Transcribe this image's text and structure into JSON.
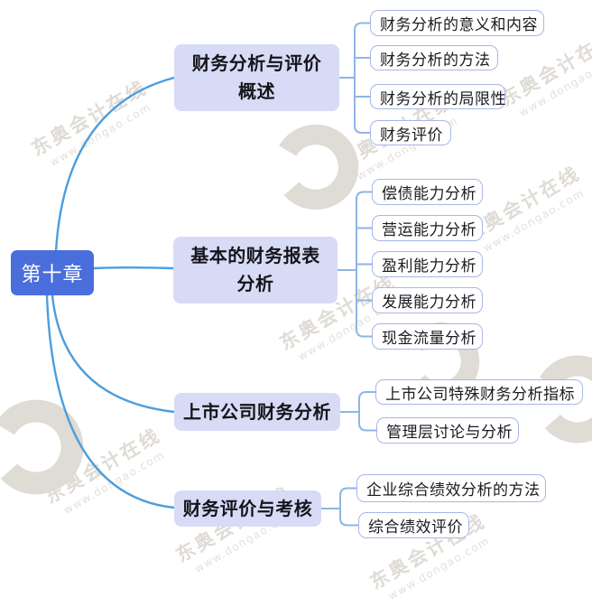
{
  "mindmap": {
    "root": {
      "label": "第十章"
    },
    "branches": [
      {
        "lines": [
          "财务分析与评价",
          "概述"
        ],
        "children": [
          "财务分析的意义和内容",
          "财务分析的方法",
          "财务分析的局限性",
          "财务评价"
        ]
      },
      {
        "lines": [
          "基本的财务报表",
          "分析"
        ],
        "children": [
          "偿债能力分析",
          "营运能力分析",
          "盈利能力分析",
          "发展能力分析",
          "现金流量分析"
        ]
      },
      {
        "lines": [
          "上市公司财务分析"
        ],
        "children": [
          "上市公司特殊财务分析指标",
          "管理层讨论与分析"
        ]
      },
      {
        "lines": [
          "财务评价与考核"
        ],
        "children": [
          "企业综合绩效分析的方法",
          "综合绩效评价"
        ]
      }
    ]
  },
  "watermark": {
    "brand": "东奥会计在线",
    "url": "www.dongao.com"
  },
  "colors": {
    "root_bg": "#4a6edb",
    "root_text": "#ffffff",
    "branch_bg": "#d8dbf6",
    "leaf_border": "#a9b5e8",
    "main_link": "#4c9edd",
    "sub_link": "#8fb5e4",
    "watermark_gray": "#dfdbd5"
  }
}
